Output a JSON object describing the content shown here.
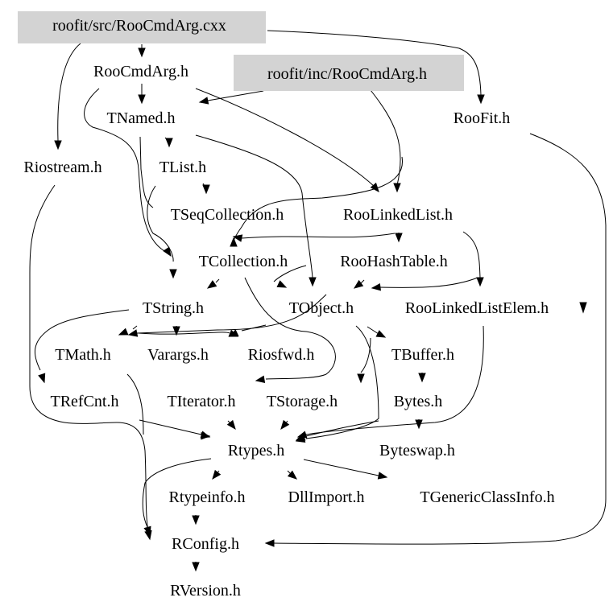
{
  "diagram": {
    "type": "include-dependency-graph",
    "colors": {
      "background": "#ffffff",
      "highlight_fill": "#d3d3d3",
      "edge": "#000000",
      "text": "#000000"
    },
    "nodes": [
      {
        "id": "src_cxx",
        "label": "roofit/src/RooCmdArg.cxx",
        "highlighted": true
      },
      {
        "id": "inc_h",
        "label": "roofit/inc/RooCmdArg.h",
        "highlighted": true
      },
      {
        "id": "RooCmdArg",
        "label": "RooCmdArg.h",
        "highlighted": false
      },
      {
        "id": "RooFit",
        "label": "RooFit.h",
        "highlighted": false
      },
      {
        "id": "TNamed",
        "label": "TNamed.h",
        "highlighted": false
      },
      {
        "id": "Riostream",
        "label": "Riostream.h",
        "highlighted": false
      },
      {
        "id": "TList",
        "label": "TList.h",
        "highlighted": false
      },
      {
        "id": "TSeqCollection",
        "label": "TSeqCollection.h",
        "highlighted": false
      },
      {
        "id": "RooLinkedList",
        "label": "RooLinkedList.h",
        "highlighted": false
      },
      {
        "id": "TCollection",
        "label": "TCollection.h",
        "highlighted": false
      },
      {
        "id": "RooHashTable",
        "label": "RooHashTable.h",
        "highlighted": false
      },
      {
        "id": "TString",
        "label": "TString.h",
        "highlighted": false
      },
      {
        "id": "TObject",
        "label": "TObject.h",
        "highlighted": false
      },
      {
        "id": "RooLinkedListElem",
        "label": "RooLinkedListElem.h",
        "highlighted": false
      },
      {
        "id": "TMath",
        "label": "TMath.h",
        "highlighted": false
      },
      {
        "id": "Varargs",
        "label": "Varargs.h",
        "highlighted": false
      },
      {
        "id": "Riosfwd",
        "label": "Riosfwd.h",
        "highlighted": false
      },
      {
        "id": "TBuffer",
        "label": "TBuffer.h",
        "highlighted": false
      },
      {
        "id": "TRefCnt",
        "label": "TRefCnt.h",
        "highlighted": false
      },
      {
        "id": "TIterator",
        "label": "TIterator.h",
        "highlighted": false
      },
      {
        "id": "TStorage",
        "label": "TStorage.h",
        "highlighted": false
      },
      {
        "id": "Bytes",
        "label": "Bytes.h",
        "highlighted": false
      },
      {
        "id": "Rtypes",
        "label": "Rtypes.h",
        "highlighted": false
      },
      {
        "id": "Byteswap",
        "label": "Byteswap.h",
        "highlighted": false
      },
      {
        "id": "Rtypeinfo",
        "label": "Rtypeinfo.h",
        "highlighted": false
      },
      {
        "id": "DllImport",
        "label": "DllImport.h",
        "highlighted": false
      },
      {
        "id": "TGenericClassInfo",
        "label": "TGenericClassInfo.h",
        "highlighted": false
      },
      {
        "id": "RConfig",
        "label": "RConfig.h",
        "highlighted": false
      },
      {
        "id": "RVersion",
        "label": "RVersion.h",
        "highlighted": false
      }
    ],
    "edges": [
      {
        "from": "src_cxx",
        "to": "RooCmdArg"
      },
      {
        "from": "src_cxx",
        "to": "Riostream"
      },
      {
        "from": "src_cxx",
        "to": "RooFit"
      },
      {
        "from": "RooCmdArg",
        "to": "TNamed"
      },
      {
        "from": "RooCmdArg",
        "to": "RooLinkedList"
      },
      {
        "from": "RooCmdArg",
        "to": "TString"
      },
      {
        "from": "inc_h",
        "to": "TNamed"
      },
      {
        "from": "inc_h",
        "to": "RooLinkedList"
      },
      {
        "from": "inc_h",
        "to": "TCollection"
      },
      {
        "from": "TNamed",
        "to": "TList"
      },
      {
        "from": "TNamed",
        "to": "TObject"
      },
      {
        "from": "TNamed",
        "to": "TString"
      },
      {
        "from": "TList",
        "to": "TSeqCollection"
      },
      {
        "from": "TList",
        "to": "TIterator"
      },
      {
        "from": "TSeqCollection",
        "to": "TCollection"
      },
      {
        "from": "RooLinkedList",
        "to": "RooHashTable"
      },
      {
        "from": "RooLinkedList",
        "to": "RooLinkedListElem"
      },
      {
        "from": "RooLinkedList",
        "to": "TObject"
      },
      {
        "from": "RooHashTable",
        "to": "TObject"
      },
      {
        "from": "TCollection",
        "to": "TString"
      },
      {
        "from": "TCollection",
        "to": "TObject"
      },
      {
        "from": "TCollection",
        "to": "TIterator"
      },
      {
        "from": "TString",
        "to": "TMath"
      },
      {
        "from": "TString",
        "to": "Varargs"
      },
      {
        "from": "TString",
        "to": "Riosfwd"
      },
      {
        "from": "TString",
        "to": "TRefCnt"
      },
      {
        "from": "TObject",
        "to": "TBuffer"
      },
      {
        "from": "TObject",
        "to": "Riosfwd"
      },
      {
        "from": "TObject",
        "to": "TMath"
      },
      {
        "from": "TObject",
        "to": "TStorage"
      },
      {
        "from": "TObject",
        "to": "Rtypes"
      },
      {
        "from": "TBuffer",
        "to": "Bytes"
      },
      {
        "from": "Bytes",
        "to": "Byteswap"
      },
      {
        "from": "Bytes",
        "to": "Rtypes"
      },
      {
        "from": "RooLinkedListElem",
        "to": "Rtypes"
      },
      {
        "from": "TMath",
        "to": "Rtypes"
      },
      {
        "from": "TRefCnt",
        "to": "Rtypes"
      },
      {
        "from": "TIterator",
        "to": "Rtypes"
      },
      {
        "from": "TStorage",
        "to": "Rtypes"
      },
      {
        "from": "Riostream",
        "to": "RConfig"
      },
      {
        "from": "Rtypes",
        "to": "Rtypeinfo"
      },
      {
        "from": "Rtypes",
        "to": "DllImport"
      },
      {
        "from": "Rtypes",
        "to": "TGenericClassInfo"
      },
      {
        "from": "Rtypes",
        "to": "RConfig"
      },
      {
        "from": "Rtypeinfo",
        "to": "RConfig"
      },
      {
        "from": "RooFit",
        "to": "RConfig"
      },
      {
        "from": "RConfig",
        "to": "RVersion"
      }
    ]
  }
}
